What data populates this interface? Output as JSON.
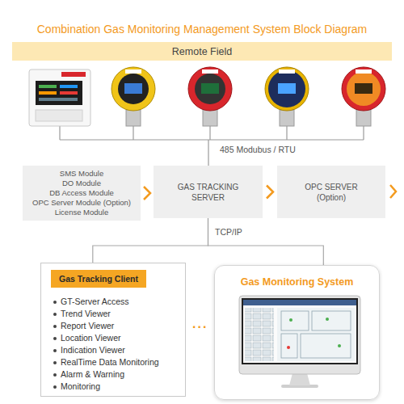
{
  "diagram": {
    "title": "Combination Gas Monitoring Management System Block Diagram",
    "nodes": [
      {
        "text": [
          "Remote Field"
        ]
      },
      {
        "text": [
          "SMS Module",
          "DO Module",
          "DB Access Module",
          "OPC Server Module (Option)",
          "License Module"
        ]
      },
      {
        "text": [
          "GAS TRACKING SERVER"
        ]
      },
      {
        "text": [
          "OPC SERVER (Option)"
        ]
      },
      {
        "text": [
          "GT-Server Access",
          "Trend Viewer",
          "Report Viewer",
          "Location Viewer",
          "Indication Viewer",
          "RealTime Data Monitoring",
          "Alarm & Warning",
          "Monitoring"
        ]
      },
      {
        "text": [
          "Gas Tracking Client"
        ],
        "in": 4
      },
      {
        "text": [
          "Gas Monitoring System"
        ]
      }
    ],
    "edges": [
      {
        "from": 1,
        "to": 2,
        "arrow": "to"
      },
      {
        "from": 2,
        "to": 3,
        "arrow": "to"
      },
      {
        "from": 2,
        "to": 4,
        "arrow": "none"
      },
      {
        "from": 2,
        "to": 6,
        "arrow": "none"
      }
    ],
    "labels": [
      "485 Modubus / RTU",
      "TCP/IP",
      "..."
    ]
  }
}
